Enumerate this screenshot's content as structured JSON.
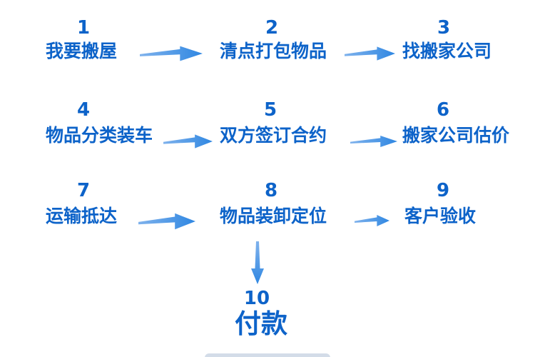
{
  "colors": {
    "background": "#FFFFFF",
    "step_text_blue": "#0D63C9",
    "arrow_tail_blue": "#7FB2EC",
    "arrow_head_blue": "#2F87E2"
  },
  "steps": [
    {
      "number": "1",
      "label": "我要搬屋"
    },
    {
      "number": "2",
      "label": "清点打包物品"
    },
    {
      "number": "3",
      "label": "找搬家公司"
    },
    {
      "number": "4",
      "label": "物品分类装车"
    },
    {
      "number": "5",
      "label": "双方签订合约"
    },
    {
      "number": "6",
      "label": "搬家公司估价"
    },
    {
      "number": "7",
      "label": "运输抵达"
    },
    {
      "number": "8",
      "label": "物品装卸定位"
    },
    {
      "number": "9",
      "label": "客户验收"
    },
    {
      "number": "10",
      "label": "付款"
    }
  ],
  "arrows": [
    {
      "from": "1",
      "to": "2",
      "direction": "right"
    },
    {
      "from": "2",
      "to": "3",
      "direction": "right"
    },
    {
      "from": "4",
      "to": "5",
      "direction": "right"
    },
    {
      "from": "5",
      "to": "6",
      "direction": "right"
    },
    {
      "from": "7",
      "to": "8",
      "direction": "right"
    },
    {
      "from": "8",
      "to": "9",
      "direction": "right"
    },
    {
      "from": "8",
      "to": "10",
      "direction": "down"
    }
  ]
}
